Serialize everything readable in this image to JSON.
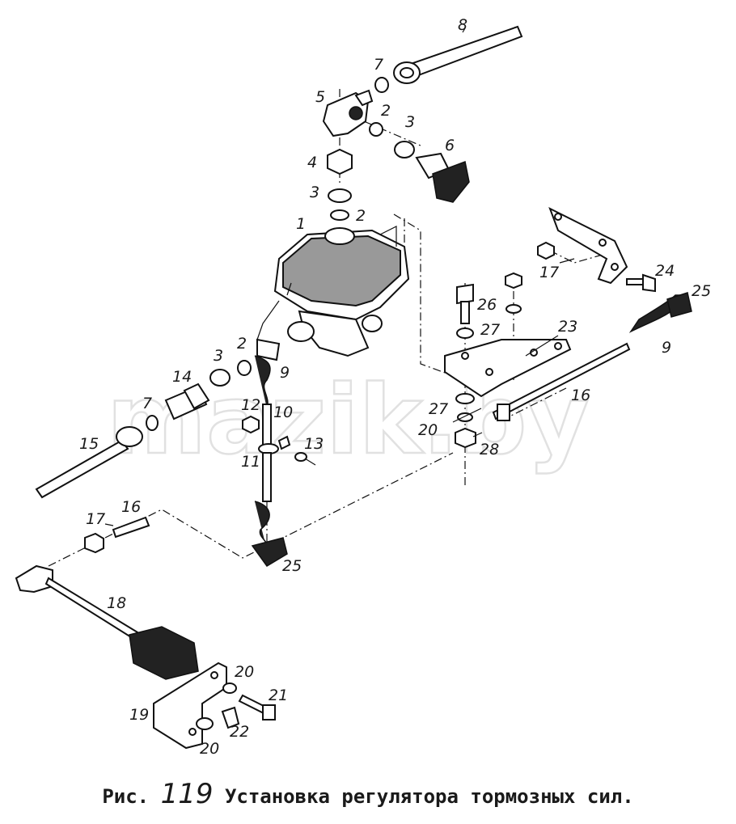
{
  "figure": {
    "watermark": "mazik.by",
    "caption_prefix": "Рис.",
    "caption_number": "119",
    "caption_title": "Установка регулятора тормозных сил."
  },
  "callouts": [
    "1",
    "2",
    "2",
    "2",
    "3",
    "3",
    "3",
    "4",
    "5",
    "6",
    "7",
    "7",
    "8",
    "9",
    "9",
    "10",
    "11",
    "12",
    "13",
    "14",
    "15",
    "16",
    "16",
    "17",
    "17",
    "18",
    "19",
    "20",
    "20",
    "20",
    "21",
    "22",
    "23",
    "24",
    "25",
    "25",
    "26",
    "27",
    "27",
    "28"
  ]
}
